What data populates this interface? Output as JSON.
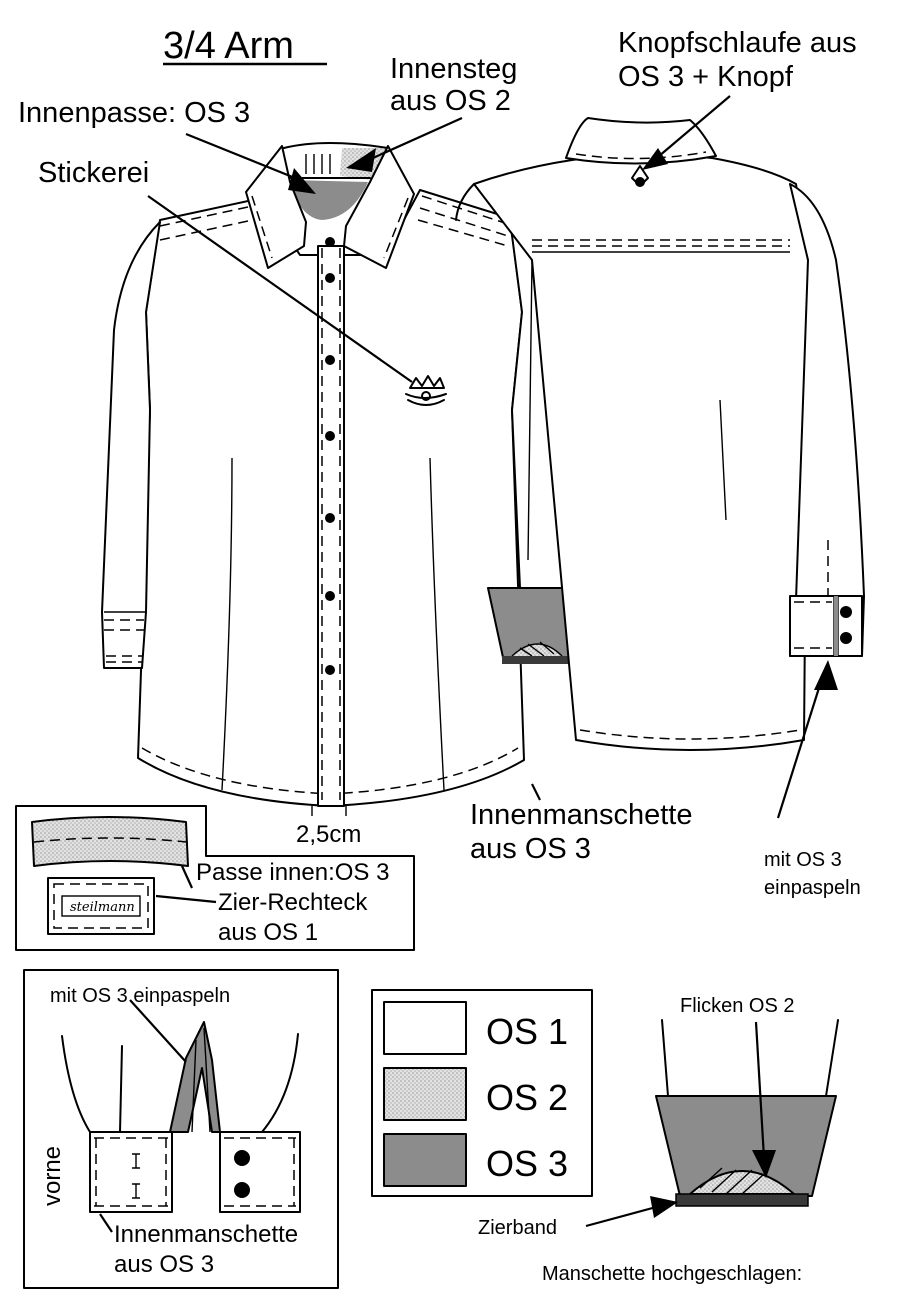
{
  "title": "3/4 Arm",
  "labels": {
    "innensteg": [
      "Innensteg",
      "aus OS 2"
    ],
    "knopfschlaufe": [
      "Knopfschlaufe aus",
      "OS 3 + Knopf"
    ],
    "innenpasse": "Innenpasse: OS 3",
    "stickerei": "Stickerei",
    "placket_width": "2,5cm",
    "innenmanschette_back": [
      "Innenmanschette",
      "aus OS 3"
    ],
    "einpaspeln_back": [
      "mit OS 3",
      "einpaspeln"
    ],
    "passe_innen": "Passe innen:OS 3",
    "zier_rechteck": [
      "Zier-Rechteck",
      "aus OS 1"
    ],
    "brand_label": "steilmann",
    "einpaspeln_detail": "mit OS 3 einpaspeln",
    "vorne": "vorne",
    "innenmanschette_detail": [
      "Innenmanschette",
      "aus OS 3"
    ],
    "flicken": "Flicken OS 2",
    "zierband": "Zierband",
    "manschette": "Manschette hochgeschlagen:"
  },
  "legend": [
    {
      "label": "OS 1",
      "swatch": "white"
    },
    {
      "label": "OS 2",
      "swatch": "dotted-light-gray"
    },
    {
      "label": "OS 3",
      "swatch": "medium-gray"
    }
  ],
  "colors": {
    "os1": "#ffffff",
    "os2": "#d4d4d4",
    "os3": "#8c8c8c",
    "ink": "#000000"
  }
}
